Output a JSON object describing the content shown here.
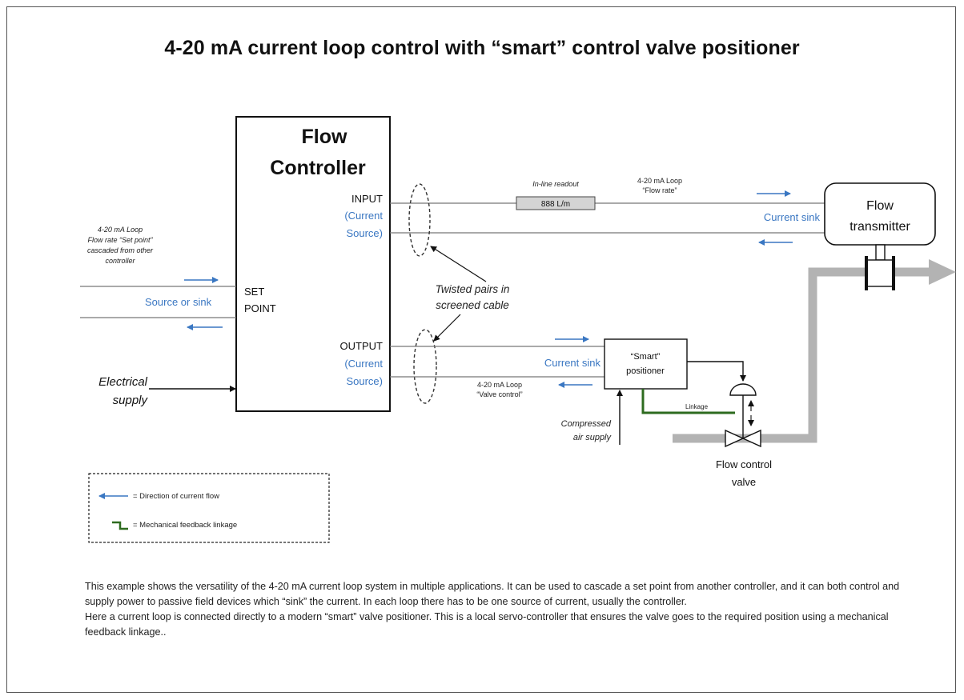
{
  "title": "4-20 mA current loop control with “smart” control valve positioner",
  "controller": {
    "title_line1": "Flow",
    "title_line2": "Controller",
    "input_label": "INPUT",
    "input_type1": "(Current",
    "input_type2": "Source)",
    "output_label": "OUTPUT",
    "output_type1": "(Current",
    "output_type2": "Source)",
    "setpoint_label1": "SET",
    "setpoint_label2": "POINT"
  },
  "setpoint_loop": {
    "line1": "4-20 mA Loop",
    "line2": "Flow rate “Set point”",
    "line3": "cascaded from other",
    "line4": "controller",
    "mode": "Source or sink"
  },
  "electrical_supply": {
    "line1": "Electrical",
    "line2": "supply"
  },
  "readout": {
    "label": "In-line readout",
    "value": "888 L/m"
  },
  "flow_loop": {
    "line1": "4-20 mA Loop",
    "line2": "“Flow rate”",
    "mode": "Current sink"
  },
  "transmitter": {
    "line1": "Flow",
    "line2": "transmitter"
  },
  "cable": {
    "line1": "Twisted pairs in",
    "line2": "screened cable"
  },
  "valve_loop": {
    "mode": "Current sink",
    "line1": "4-20 mA Loop",
    "line2": "“Valve control”"
  },
  "positioner": {
    "line1": "“Smart”",
    "line2": "positioner"
  },
  "linkage_label": "Linkage",
  "air_supply": {
    "line1": "Compressed",
    "line2": "air supply"
  },
  "valve": {
    "line1": "Flow control",
    "line2": "valve"
  },
  "legend": {
    "current_flow": "= Direction of current flow",
    "linkage": "= Mechanical feedback linkage"
  },
  "description": {
    "para1": "This example shows the versatility of the 4-20 mA current loop system in multiple applications. It can be used to cascade a set point from another controller, and it can both control and supply power to passive field devices which “sink” the current. In each loop there has to be one source of current, usually the controller.",
    "para2": "Here a current loop is connected directly to a modern “smart” valve positioner. This is a local servo-controller that ensures the valve goes to the required position using a mechanical feedback linkage.."
  },
  "colors": {
    "signal_text": "#3a77c2",
    "current_arrow": "#3a77c2",
    "linkage": "#2e6b1f",
    "pipe": "#b3b3b3",
    "readout_fill": "#d4d4d4"
  }
}
